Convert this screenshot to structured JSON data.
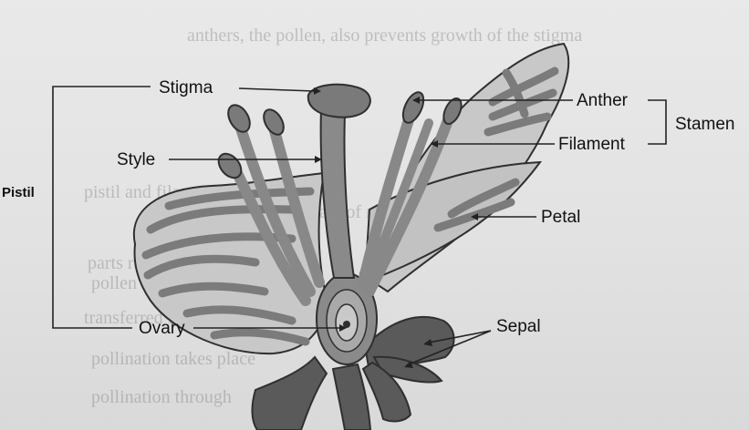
{
  "labels": {
    "stigma": "Stigma",
    "style": "Style",
    "pistil": "Pistil",
    "ovary": "Ovary",
    "anther": "Anther",
    "filament": "Filament",
    "stamen": "Stamen",
    "petal": "Petal",
    "sepal": "Sepal"
  },
  "background_text": [
    "anthers, the pollen, also prevents growth of the stigma",
    "pistil and filament of",
    "are of male or",
    "parts remaining",
    "pollen",
    "transferred from",
    "pollination takes place",
    "pollination through"
  ],
  "colors": {
    "background": "#e4e4e4",
    "petal_fill": "#c8c8c8",
    "petal_vein": "#7b7b7b",
    "organ_fill": "#888888",
    "sepal_fill": "#5a5a5a",
    "outline": "#2f2f2f",
    "leader_line": "#222222"
  }
}
